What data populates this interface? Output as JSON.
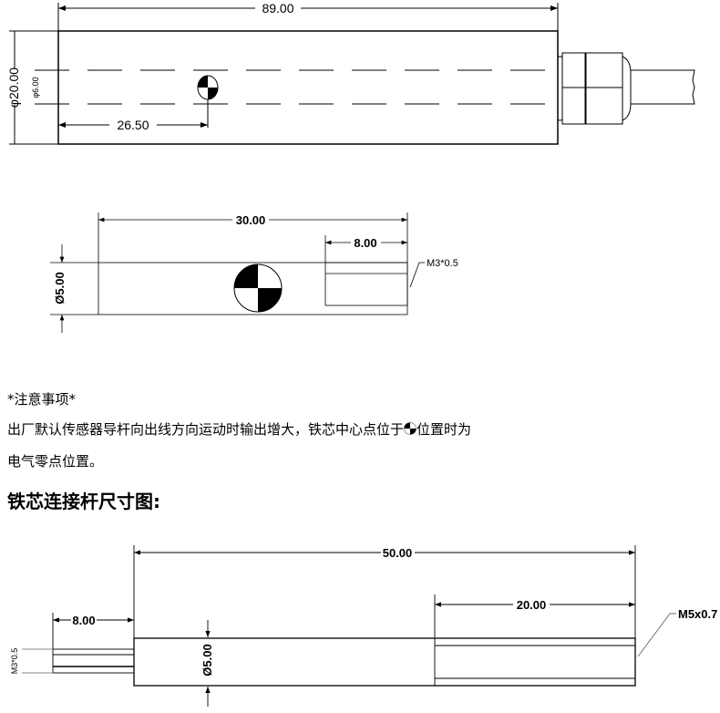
{
  "sensor_drawing": {
    "length": "89.00",
    "diameter": "φ20.00",
    "bore": "φ6.00",
    "zero_offset": "26.50"
  },
  "core_drawing": {
    "length": "30.00",
    "thread_depth": "8.00",
    "diameter": "Ø5.00",
    "thread": "M3*0.5"
  },
  "notes": {
    "title": "*注意事项*",
    "line1_before": "出厂默认传感器导杆向出线方向运动时输出增大，铁芯中心点位于",
    "line1_after": "位置时为",
    "line2": "电气零点位置。"
  },
  "rod_section": {
    "heading": "铁芯连接杆尺寸图:"
  },
  "rod_drawing": {
    "length": "50.00",
    "thread_length": "20.00",
    "stub_length": "8.00",
    "diameter": "Ø5.00",
    "stub_thread": "M3*0.5",
    "end_thread": "M5x0.7"
  }
}
